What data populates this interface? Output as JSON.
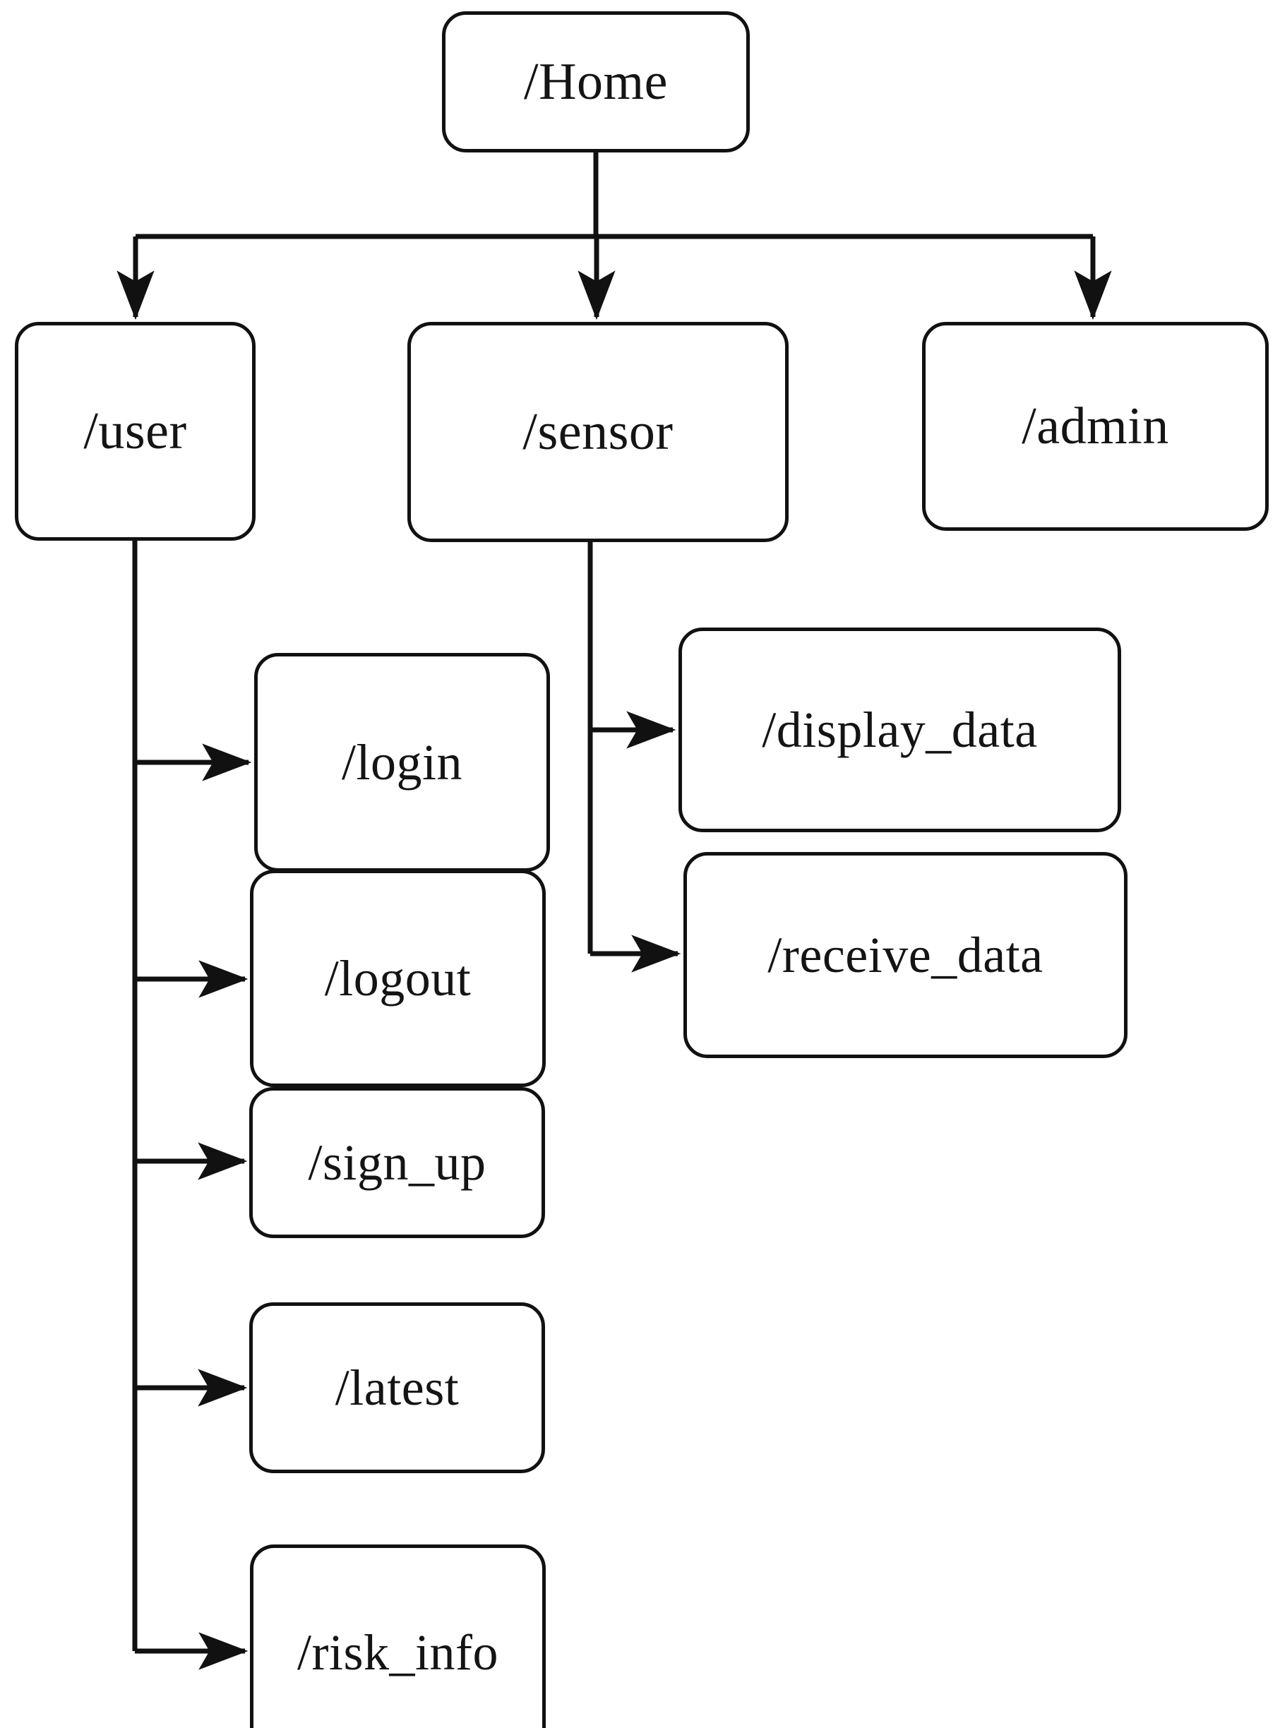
{
  "diagram": {
    "type": "flowchart",
    "title": "",
    "orientation": "top-down",
    "background_color": "#ffffff",
    "stroke_color": "#111111",
    "text_color": "#141414",
    "node_fill": "#ffffff",
    "nodes": [
      {
        "id": "home",
        "label": "/Home",
        "level": 0
      },
      {
        "id": "user",
        "label": "/user",
        "level": 1
      },
      {
        "id": "sensor",
        "label": "/sensor",
        "level": 1
      },
      {
        "id": "admin",
        "label": "/admin",
        "level": 1
      },
      {
        "id": "login",
        "label": "/login",
        "level": 2
      },
      {
        "id": "logout",
        "label": "/logout",
        "level": 2
      },
      {
        "id": "sign_up",
        "label": "/sign_up",
        "level": 2
      },
      {
        "id": "latest",
        "label": "/latest",
        "level": 2
      },
      {
        "id": "risk_info",
        "label": "/risk_info",
        "level": 2
      },
      {
        "id": "display",
        "label": "/display_data",
        "level": 2
      },
      {
        "id": "receive",
        "label": "/receive_data",
        "level": 2
      }
    ],
    "edges": [
      {
        "from": "home",
        "to": "user"
      },
      {
        "from": "home",
        "to": "sensor"
      },
      {
        "from": "home",
        "to": "admin"
      },
      {
        "from": "user",
        "to": "login"
      },
      {
        "from": "user",
        "to": "logout"
      },
      {
        "from": "user",
        "to": "sign_up"
      },
      {
        "from": "user",
        "to": "latest"
      },
      {
        "from": "user",
        "to": "risk_info"
      },
      {
        "from": "sensor",
        "to": "display"
      },
      {
        "from": "sensor",
        "to": "receive"
      }
    ]
  }
}
